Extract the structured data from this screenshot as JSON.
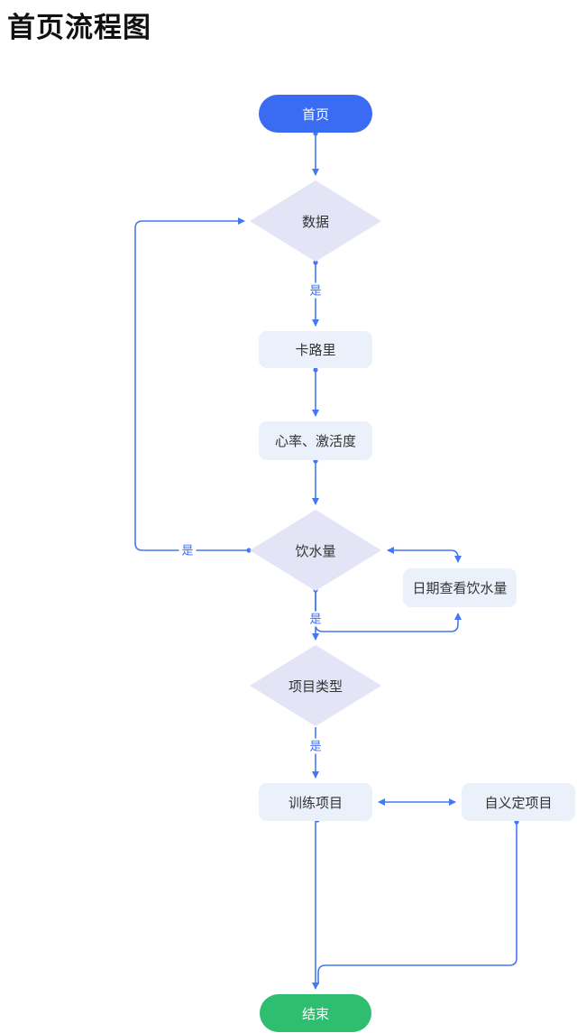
{
  "page": {
    "title": "首页流程图"
  },
  "flowchart": {
    "nodes": [
      {
        "id": "start",
        "label": "首页",
        "type": "terminal-start"
      },
      {
        "id": "data",
        "label": "数据",
        "type": "decision"
      },
      {
        "id": "calories",
        "label": "卡路里",
        "type": "process"
      },
      {
        "id": "heart-rate",
        "label": "心率、激活度",
        "type": "process"
      },
      {
        "id": "water-intake",
        "label": "饮水量",
        "type": "decision"
      },
      {
        "id": "water-by-date",
        "label": "日期查看饮水量",
        "type": "process"
      },
      {
        "id": "project-type",
        "label": "项目类型",
        "type": "decision"
      },
      {
        "id": "training-item",
        "label": "训练项目",
        "type": "process"
      },
      {
        "id": "custom-item",
        "label": "自义定项目",
        "type": "process"
      },
      {
        "id": "end",
        "label": "结束",
        "type": "terminal-end"
      }
    ],
    "edge_labels": [
      "是",
      "是",
      "是",
      "是"
    ],
    "colors": {
      "accent_blue": "#3A6CF3",
      "line_blue": "#4478F2",
      "green": "#2FBE70",
      "diamond_fill": "#E4E4F7",
      "process_fill": "#EAF1FB",
      "text_dark": "#333333"
    }
  }
}
